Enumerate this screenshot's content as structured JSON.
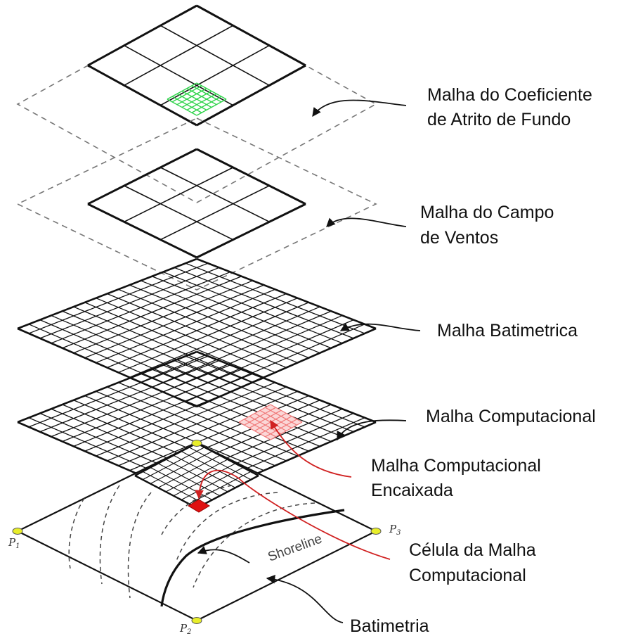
{
  "labels": {
    "friction_line1": "Malha do Coeficiente",
    "friction_line2": "de Atrito de Fundo",
    "wind_line1": "Malha do Campo",
    "wind_line2": "de Ventos",
    "bathymetric": "Malha Batimetrica",
    "computational": "Malha Computacional",
    "nested_line1": "Malha Computacional",
    "nested_line2": "Encaixada",
    "cell_line1": "Célula da Malha",
    "cell_line2": "Computacional",
    "bathymetry": "Batimetria",
    "shoreline": "Shoreline"
  },
  "points": {
    "p1": "P",
    "p1_sub": "1",
    "p2": "P",
    "p2_sub": "2",
    "p3": "P",
    "p3_sub": "3"
  },
  "colors": {
    "friction_fine_grid": "#2fd44a",
    "nested_grid": "#f07878",
    "cell": "#e01010",
    "pointer_red": "#d02020",
    "vertex_marker": "#e8ee2a",
    "line": "#111111"
  }
}
